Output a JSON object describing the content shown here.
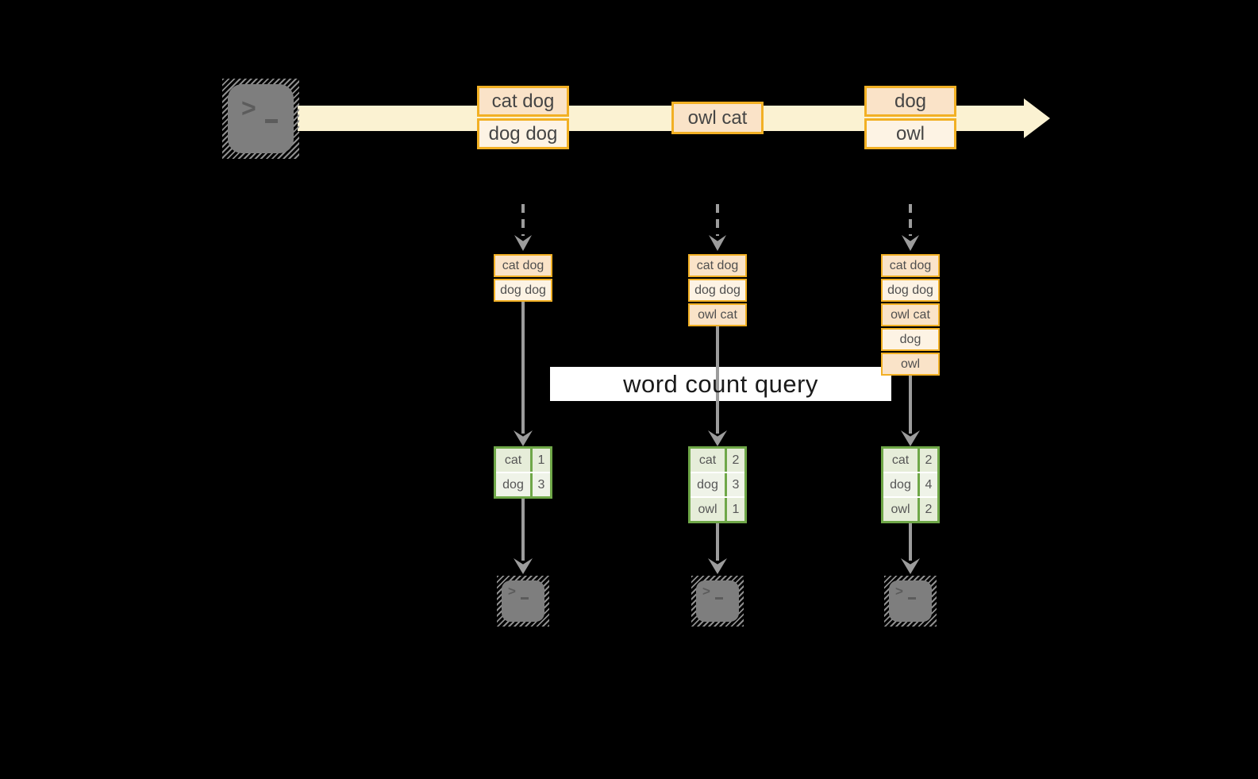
{
  "colors": {
    "background": "#000000",
    "stream_band": "#FBF2D2",
    "event_border": "#F2B024",
    "event_fill_dark": "#FAE3C8",
    "event_fill_light": "#FDF3E4",
    "table_border": "#6FA748",
    "table_fill_dark": "#E6EDD9",
    "table_fill_light": "#EFF3E8",
    "arrow_gray": "#9C9C9C",
    "terminal_gray": "#7E7E7E",
    "label_bg": "#FFFFFF"
  },
  "terminal": {
    "chevron": ">"
  },
  "stream_events": [
    {
      "lines": [
        "cat dog",
        "dog dog"
      ]
    },
    {
      "lines": [
        "owl cat"
      ]
    },
    {
      "lines": [
        "dog",
        "owl"
      ]
    }
  ],
  "query_label": {
    "text": "word count query"
  },
  "columns": [
    {
      "batch": [
        "cat dog",
        "dog dog"
      ],
      "counts": [
        {
          "word": "cat",
          "n": "1"
        },
        {
          "word": "dog",
          "n": "3"
        }
      ]
    },
    {
      "batch": [
        "cat dog",
        "dog dog",
        "owl cat"
      ],
      "counts": [
        {
          "word": "cat",
          "n": "2"
        },
        {
          "word": "dog",
          "n": "3"
        },
        {
          "word": "owl",
          "n": "1"
        }
      ]
    },
    {
      "batch": [
        "cat dog",
        "dog dog",
        "owl cat",
        "dog",
        "owl"
      ],
      "counts": [
        {
          "word": "cat",
          "n": "2"
        },
        {
          "word": "dog",
          "n": "4"
        },
        {
          "word": "owl",
          "n": "2"
        }
      ]
    }
  ]
}
